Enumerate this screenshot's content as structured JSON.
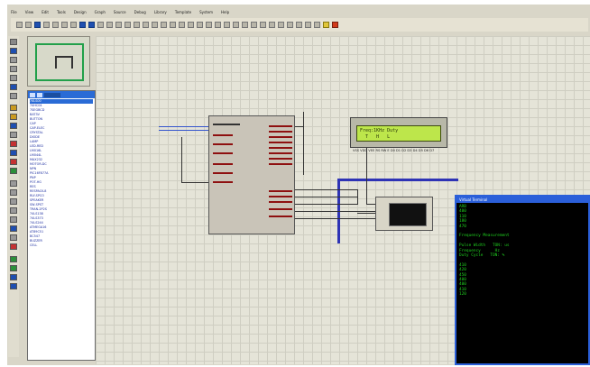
{
  "menu": [
    "File",
    "View",
    "Edit",
    "Tools",
    "Design",
    "Graph",
    "Source",
    "Debug",
    "Library",
    "Template",
    "System",
    "Help"
  ],
  "devices_panel": {
    "items": [
      "74LS00",
      "74HC04",
      "7SEGBCD",
      "BAT3V",
      "BUTTON",
      "CAP",
      "CAP-ELEC",
      "CRYSTAL",
      "DIODE",
      "LAMP",
      "LED-RED",
      "LM016L",
      "LM044L",
      "MAX232",
      "MOTOR-DC",
      "NPN",
      "PIC16F877A",
      "PNP",
      "POT-HG",
      "RES",
      "RESPACK-8",
      "RLY-SPCO",
      "SPEAKER",
      "SW-SPST",
      "TRAN-2P2S",
      "74LS138",
      "74LS373",
      "74LS244",
      "ATMEGA16",
      "AT89C51",
      "BC547",
      "BUZZER",
      "CELL"
    ]
  },
  "lcd": {
    "line1": "Freq:1KHz Duty",
    "line2": "  T   H   L",
    "pins": "VSS VDD VEE RS RW E D0 D1 D2 D3 D4 D5 D6 D7"
  },
  "terminal": {
    "title": "Virtual Terminal",
    "lines": [
      "ARB",
      "400",
      "110",
      "180",
      "470",
      "",
      "Frequency Measurement",
      "",
      "Pulse Width   TON: us",
      "Frequency      Hz",
      "Duty Cycle   TON: %",
      "",
      "410",
      "420",
      "450",
      "400",
      "400",
      "410",
      "120"
    ]
  },
  "colors": {
    "canvas": "#e5e4d8",
    "lcd_screen": "#bde64b",
    "terminal_text": "#1fd21f",
    "wire_blue": "#2e33b5"
  }
}
